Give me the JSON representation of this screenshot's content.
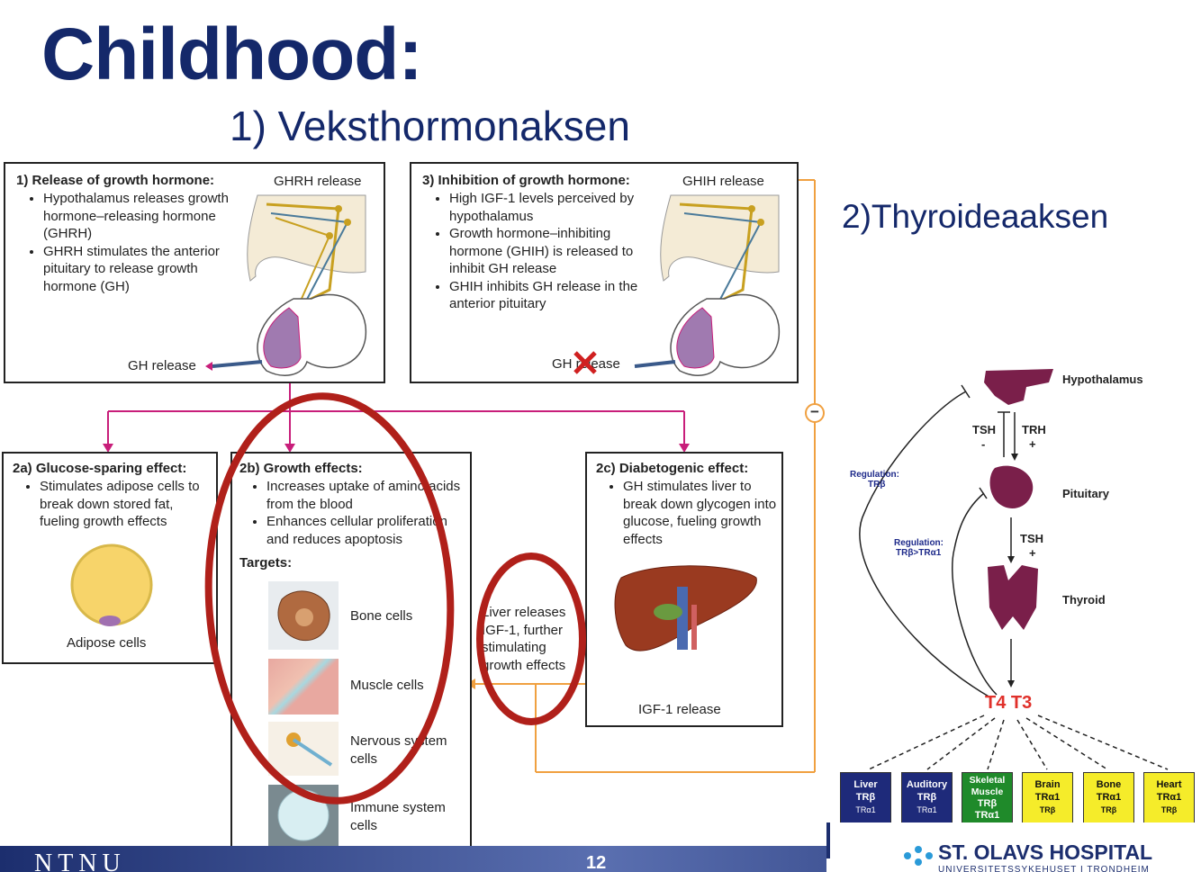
{
  "title": "Childhood:",
  "subtitle": "1)  Veksthormonaksen",
  "thyroid_title": "2)Thyroideaaksen",
  "panel1": {
    "heading": "1) Release of growth hormone:",
    "bullets": [
      "Hypothalamus releases growth hormone–releasing hormone (GHRH)",
      "GHRH stimulates the anterior pituitary to release growth hormone (GH)"
    ],
    "top_label": "GHRH release",
    "bottom_label": "GH release"
  },
  "panel3": {
    "heading": "3) Inhibition of growth hormone:",
    "bullets": [
      "High IGF-1 levels perceived by hypothalamus",
      "Growth hormone–inhibiting hormone (GHIH) is released to inhibit GH release",
      "GHIH inhibits GH release in the anterior pituitary"
    ],
    "top_label": "GHIH release",
    "bottom_label": "GH release"
  },
  "panel2a": {
    "heading": "2a) Glucose-sparing effect:",
    "bullets": [
      "Stimulates adipose cells to break down stored fat, fueling growth effects"
    ],
    "cell_label": "Adipose cells"
  },
  "panel2b": {
    "heading": "2b) Growth effects:",
    "bullets": [
      "Increases uptake of amino acids from the blood",
      "Enhances cellular proliferation and reduces apoptosis"
    ],
    "targets_label": "Targets:",
    "targets": [
      "Bone cells",
      "Muscle cells",
      "Nervous system cells",
      "Immune system cells"
    ]
  },
  "panel2c": {
    "heading": "2c) Diabetogenic effect:",
    "bullets": [
      "GH stimulates liver to break down glycogen into glucose, fueling growth effects"
    ],
    "bottom_label": "IGF-1 release"
  },
  "liver_note": "Liver releases IGF-1, further stimulating growth effects",
  "minus_sign": "−",
  "thyroid_axis": {
    "hypothalamus": "Hypothalamus",
    "pituitary": "Pituitary",
    "thyroid": "Thyroid",
    "tsh_minus": "TSH",
    "minus": "-",
    "trh": "TRH",
    "plus": "+",
    "tsh2": "TSH",
    "plus2": "+",
    "regulation1_line1": "Regulation:",
    "regulation1_line2": "TRβ",
    "regulation2_line1": "Regulation:",
    "regulation2_line2": "TRβ>TRα1",
    "hormones": "T4 T3",
    "targets": [
      {
        "name": "Liver",
        "l2": "TRβ",
        "l3": "TRα1",
        "color": "#1e2a7a",
        "text": "#ffffff"
      },
      {
        "name": "Auditory",
        "l2": "TRβ",
        "l3": "TRα1",
        "color": "#1e2a7a",
        "text": "#ffffff"
      },
      {
        "name": "Skeletal Muscle",
        "l2": "TRβ",
        "l3": "TRα1",
        "color": "#1f8a2a",
        "text": "#ffffff"
      },
      {
        "name": "Brain",
        "l2": "TRα1",
        "l3": "TRβ",
        "color": "#f5ec2a",
        "text": "#111111"
      },
      {
        "name": "Bone",
        "l2": "TRα1",
        "l3": "TRβ",
        "color": "#f5ec2a",
        "text": "#111111"
      },
      {
        "name": "Heart",
        "l2": "TRα1",
        "l3": "TRβ",
        "color": "#f5ec2a",
        "text": "#111111"
      }
    ]
  },
  "footer": {
    "logo": "NTNU",
    "page": "12",
    "hospital": "ST. OLAVS HOSPITAL",
    "hospital_sub": "UNIVERSITETSSYKEHUSET I TRONDHEIM"
  },
  "colors": {
    "title": "#14286a",
    "arrow_magenta": "#c81e7a",
    "arrow_orange": "#f0a040",
    "highlight_red": "#b0201a",
    "thyroid_purple": "#7a1f4a"
  }
}
